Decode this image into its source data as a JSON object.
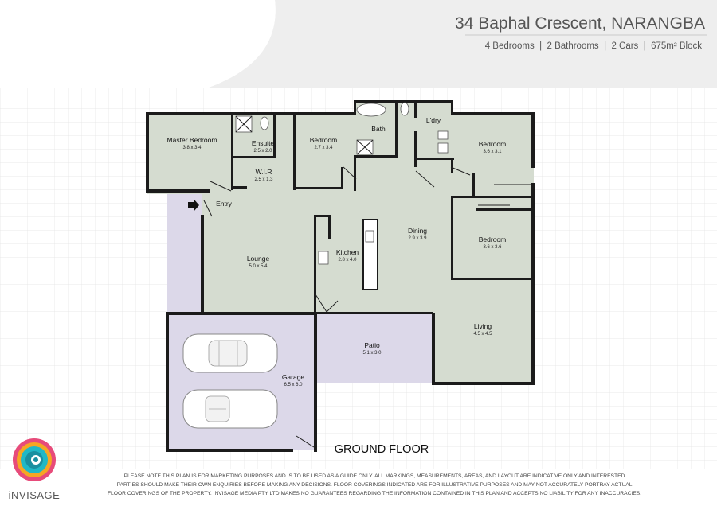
{
  "header": {
    "title": "34 Baphal Crescent, NARANGBA",
    "subtitle": "4 Bedrooms  |  2 Bathrooms  |  2 Cars  |  675m² Block"
  },
  "plan": {
    "floor_label": "GROUND FLOOR",
    "rooms": {
      "master": {
        "name": "Master Bedroom",
        "dim": "3.8 x 3.4"
      },
      "ensuite": {
        "name": "Ensuite",
        "dim": "2.5 x 2.0"
      },
      "wir": {
        "name": "W.I.R",
        "dim": "2.5 x 1.3"
      },
      "bed2": {
        "name": "Bedroom",
        "dim": "2.7 x 3.4"
      },
      "bath": {
        "name": "Bath"
      },
      "laundry": {
        "name": "L'dry"
      },
      "bed3": {
        "name": "Bedroom",
        "dim": "3.6 x 3.1"
      },
      "bed4": {
        "name": "Bedroom",
        "dim": "3.6 x 3.6"
      },
      "entry": {
        "name": "Entry"
      },
      "dining": {
        "name": "Dining",
        "dim": "2.9 x 3.9"
      },
      "kitchen": {
        "name": "Kitchen",
        "dim": "2.8 x 4.0"
      },
      "lounge": {
        "name": "Lounge",
        "dim": "5.0 x 5.4"
      },
      "patio": {
        "name": "Patio",
        "dim": "5.1 x 3.0"
      },
      "living": {
        "name": "Living",
        "dim": "4.5 x 4.5"
      },
      "garage": {
        "name": "Garage",
        "dim": "6.5 x 6.0"
      }
    },
    "colors": {
      "interior": "#d5dcd0",
      "garage": "#dcd8e9",
      "patio": "#dcd8e9",
      "wall": "#1b1b1b",
      "grid": "#e2e2e2"
    }
  },
  "logo": {
    "text": "iNVISAGE"
  },
  "footer": {
    "disclaimer_lines": [
      "PLEASE NOTE THIS PLAN IS FOR MARKETING PURPOSES AND IS TO BE USED AS A GUIDE ONLY.  ALL MARKINGS, MEASUREMENTS, AREAS, AND LAYOUT ARE INDICATIVE ONLY AND INTERESTED",
      "PARTIES SHOULD MAKE THEIR OWN ENQUIRIES BEFORE MAKING ANY DECISIONS.  FLOOR COVERINGS INDICATED ARE FOR ILLUSTRATIVE PURPOSES AND MAY NOT ACCURATELY PORTRAY ACTUAL",
      "FLOOR COVERINGS OF THE PROPERTY.  INVISAGE MEDIA PTY LTD MAKES NO GUARANTEES REGARDING THE INFORMATION CONTAINED IN THIS PLAN AND ACCEPTS NO LIABILITY FOR  ANY INACCURACIES."
    ]
  }
}
